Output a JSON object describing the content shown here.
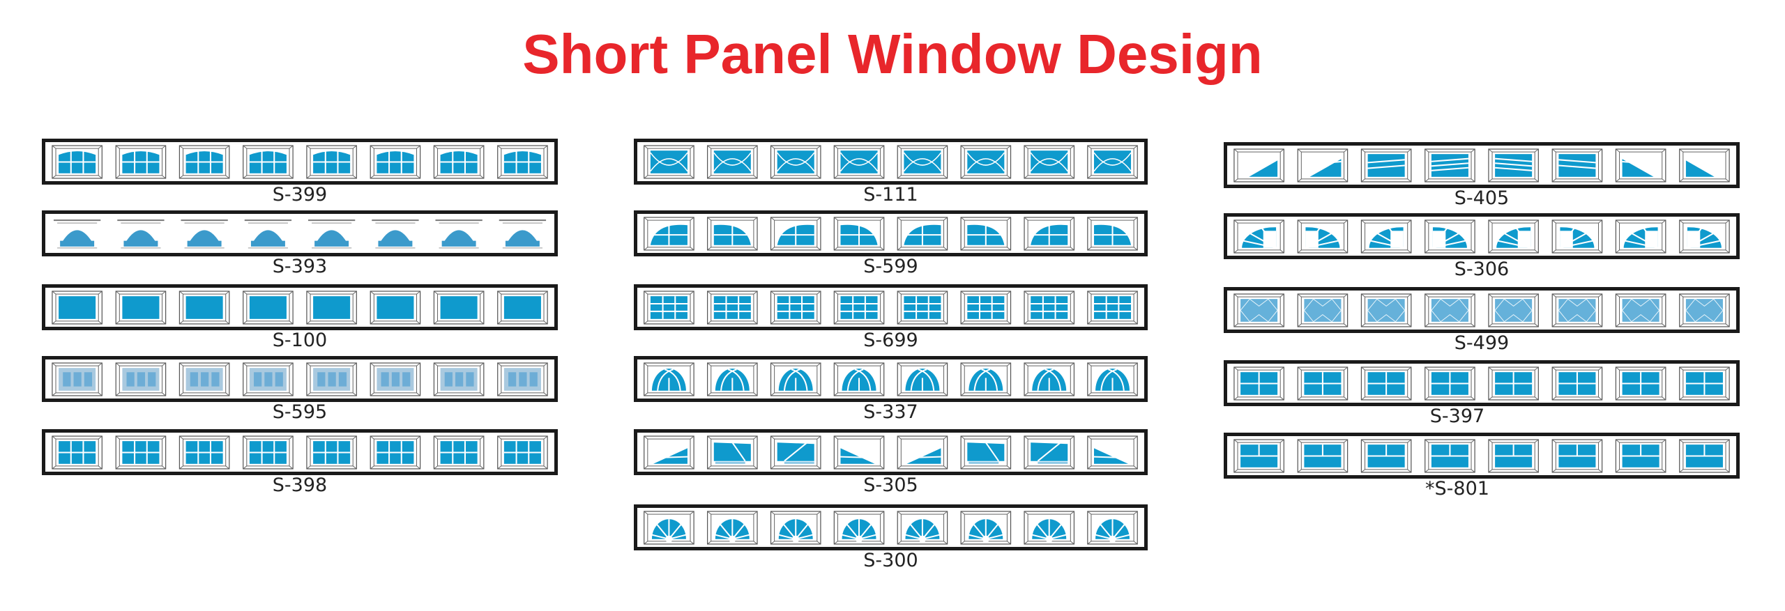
{
  "title": "Short Panel Window Design",
  "colors": {
    "title": "#e8262b",
    "glass": "#0f9acd",
    "frame": "#1a1a1a"
  },
  "columns": [
    {
      "designs": [
        {
          "label": "S-399",
          "pattern": "arch-grid-icon"
        },
        {
          "label": "S-393",
          "pattern": "dome-icon"
        },
        {
          "label": "S-100",
          "pattern": "plain-icon"
        },
        {
          "label": "S-595",
          "pattern": "frosted-bars-icon"
        },
        {
          "label": "S-398",
          "pattern": "grid-2x3-icon"
        }
      ]
    },
    {
      "designs": [
        {
          "label": "S-111",
          "pattern": "ellipse-cross-icon"
        },
        {
          "label": "S-599",
          "pattern": "quarter-grid-icon"
        },
        {
          "label": "S-699",
          "pattern": "grid-3x3-icon"
        },
        {
          "label": "S-337",
          "pattern": "cathedral-icon"
        },
        {
          "label": "S-305",
          "pattern": "diagonal-icon"
        },
        {
          "label": "S-300",
          "pattern": "fan-icon"
        }
      ]
    },
    {
      "designs": [
        {
          "label": "S-405",
          "pattern": "sunray-icon"
        },
        {
          "label": "S-306",
          "pattern": "quarter-fan-icon"
        },
        {
          "label": "S-499",
          "pattern": "frosted-diamond-icon"
        },
        {
          "label": "S-397",
          "pattern": "grid-2x2-icon"
        },
        {
          "label": "*S-801",
          "pattern": "split-icon"
        }
      ]
    }
  ]
}
